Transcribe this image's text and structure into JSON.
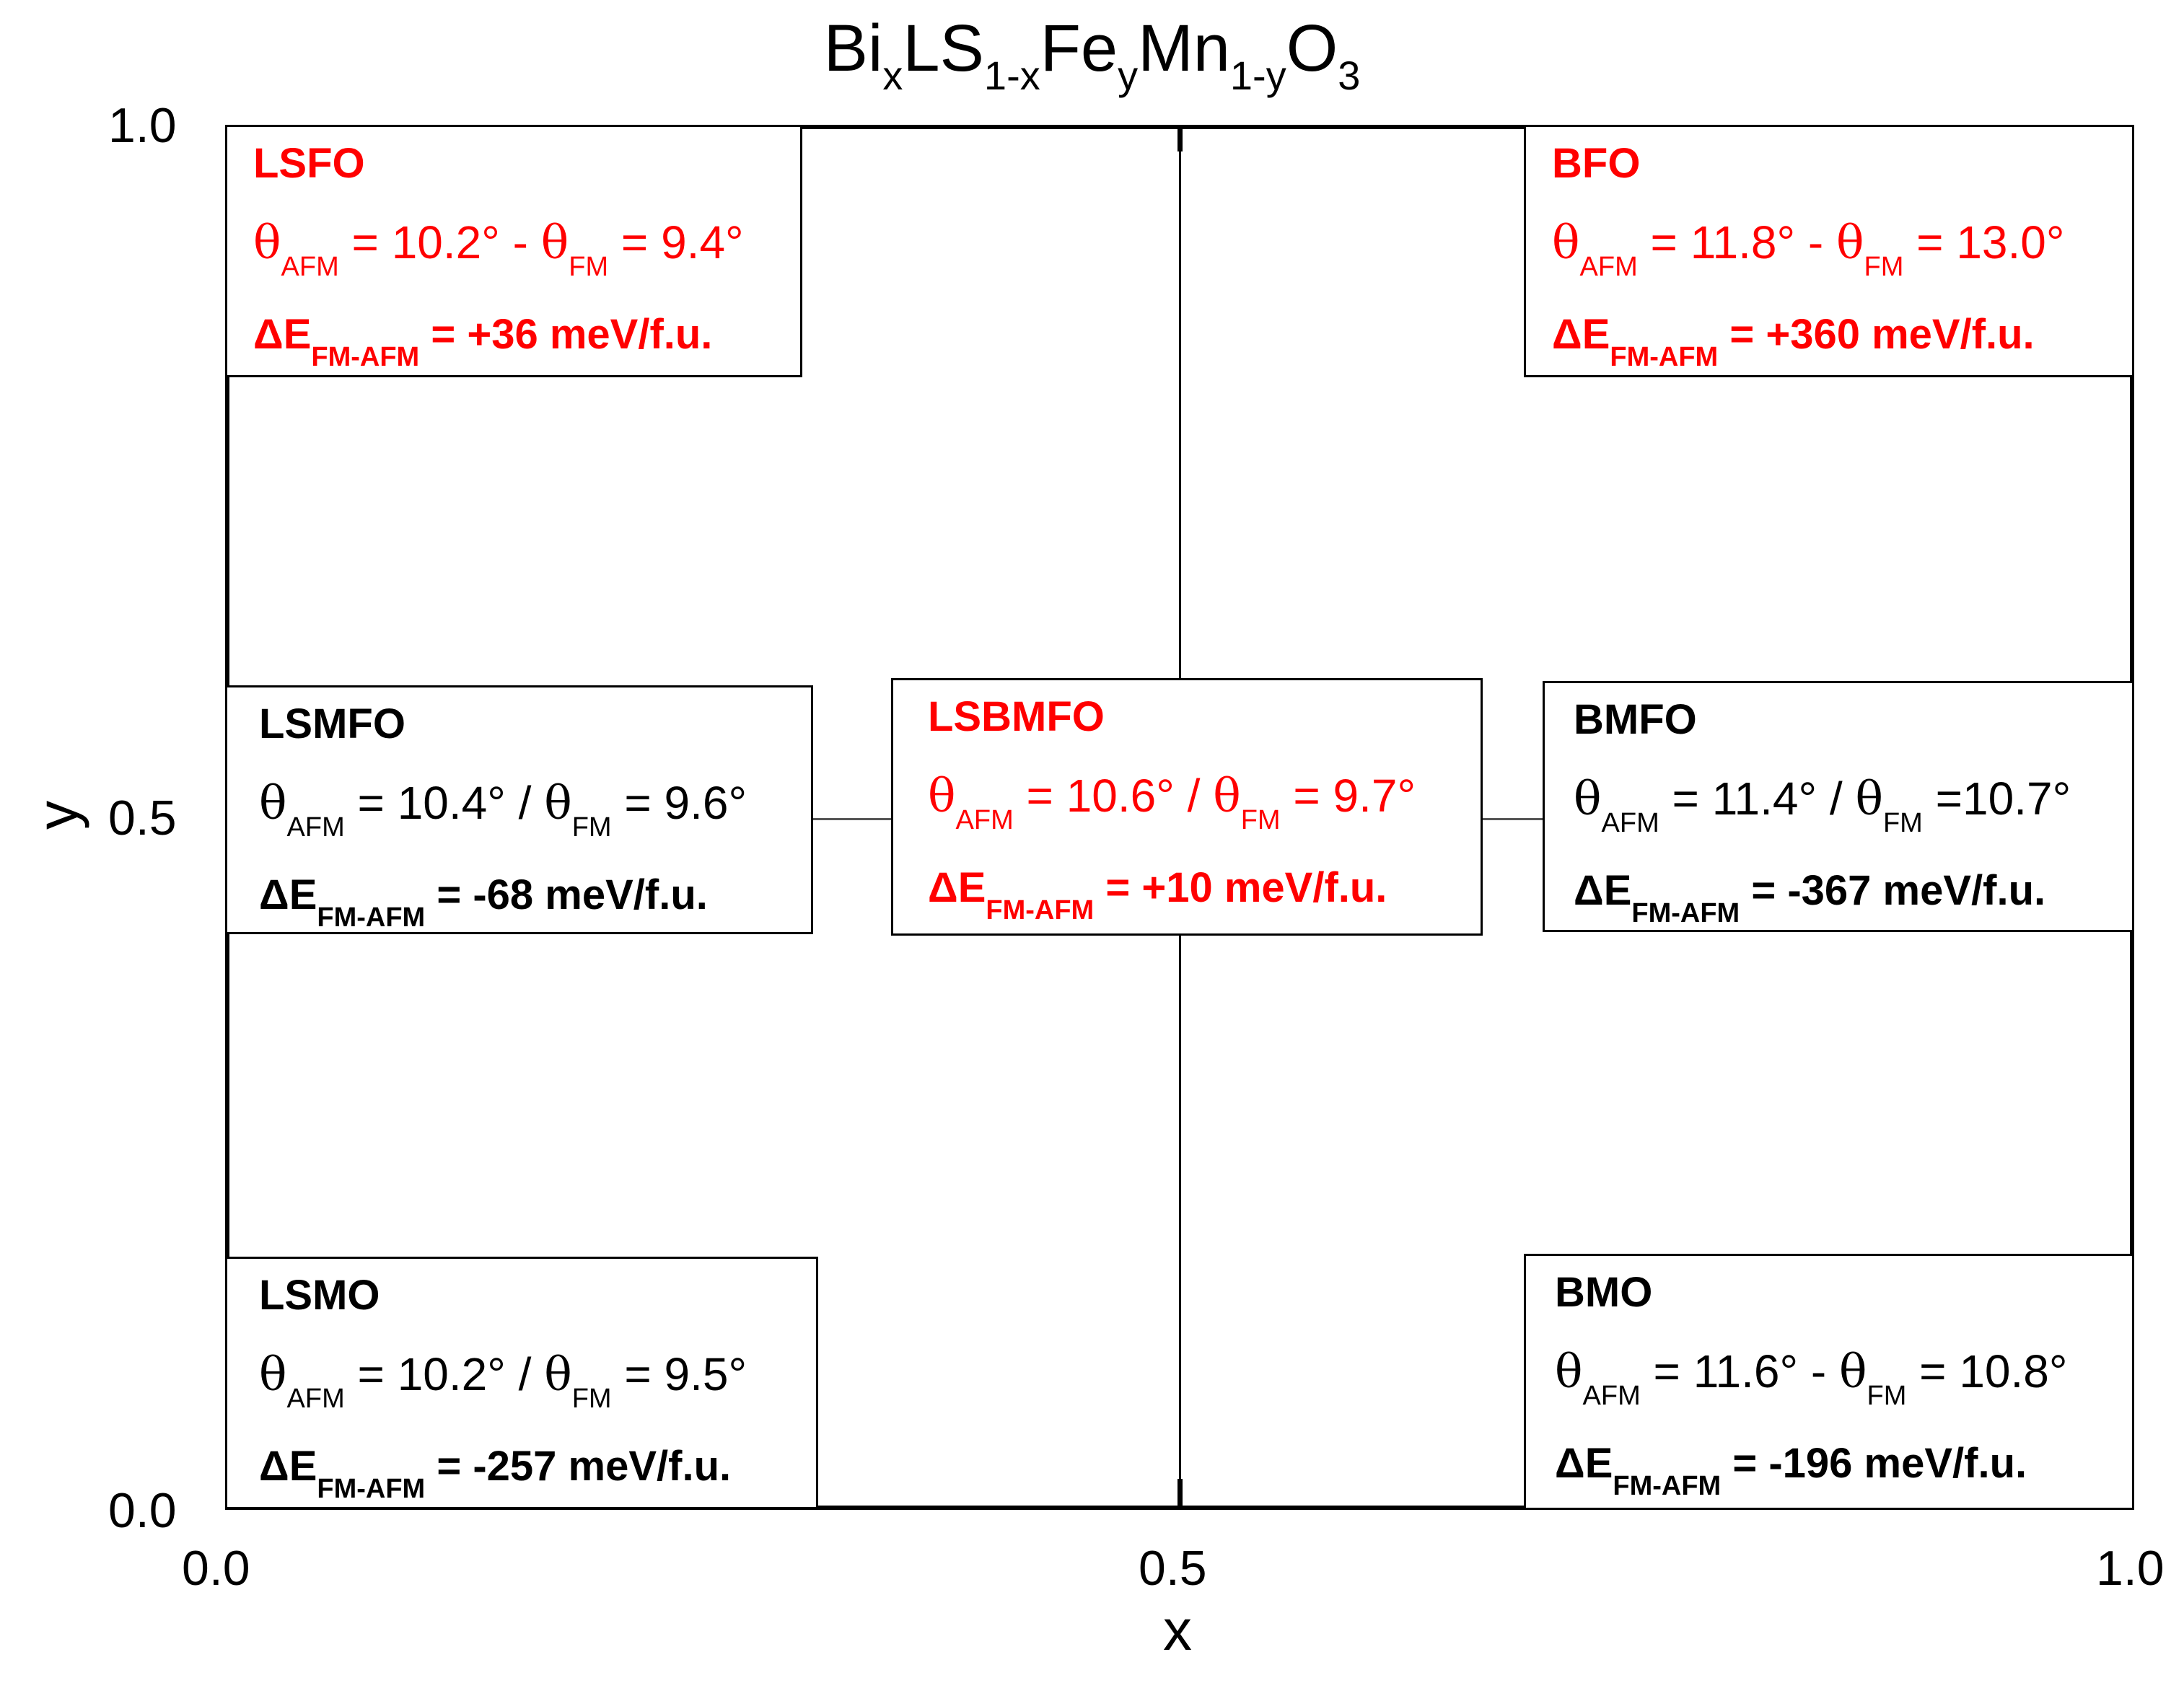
{
  "title": {
    "base1": "Bi",
    "sub1": "x",
    "base2": "LS",
    "sub2": "1-x",
    "base3": "Fe",
    "sub3": "y",
    "base4": "Mn",
    "sub4": "1-y",
    "base5": "O",
    "sub5": "3"
  },
  "axes": {
    "xlabel": "x",
    "ylabel": "y",
    "xticks": [
      "0.0",
      "0.5",
      "1.0"
    ],
    "yticks": [
      "1.0",
      "0.5",
      "0.0"
    ]
  },
  "symbols": {
    "theta": "θ",
    "delta": "Δ",
    "afm": "AFM",
    "fm": "FM",
    "fmafm": "FM-AFM"
  },
  "boxes": {
    "lsfo": {
      "name": "LSFO",
      "theta_afm": " = 10.2° - ",
      "theta_fm": " = 9.4°",
      "energy": " = +36 meV/f.u.",
      "color": "#ff0000"
    },
    "bfo": {
      "name": "BFO",
      "theta_afm": " = 11.8° - ",
      "theta_fm": " = 13.0°",
      "energy": " = +360 meV/f.u.",
      "color": "#ff0000"
    },
    "lsmfo": {
      "name": "LSMFO",
      "theta_afm": " = 10.4° / ",
      "theta_fm": " = 9.6°",
      "energy": " = -68 meV/f.u.",
      "color": "#000000"
    },
    "lsbmfo": {
      "name": "LSBMFO",
      "theta_afm": " = 10.6° / ",
      "theta_fm": " = 9.7°",
      "energy": " = +10 meV/f.u.",
      "color": "#ff0000"
    },
    "bmfo": {
      "name": "BMFO",
      "theta_afm": " = 11.4° / ",
      "theta_fm": " =10.7°",
      "energy": " = -367 meV/f.u.",
      "color": "#000000"
    },
    "lsmo": {
      "name": "LSMO",
      "theta_afm": " = 10.2° / ",
      "theta_fm": " = 9.5°",
      "energy": " = -257 meV/f.u.",
      "color": "#000000"
    },
    "bmo": {
      "name": "BMO",
      "theta_afm": " = 11.6° - ",
      "theta_fm": " = 10.8°",
      "energy": " = -196 meV/f.u.",
      "color": "#000000"
    }
  }
}
